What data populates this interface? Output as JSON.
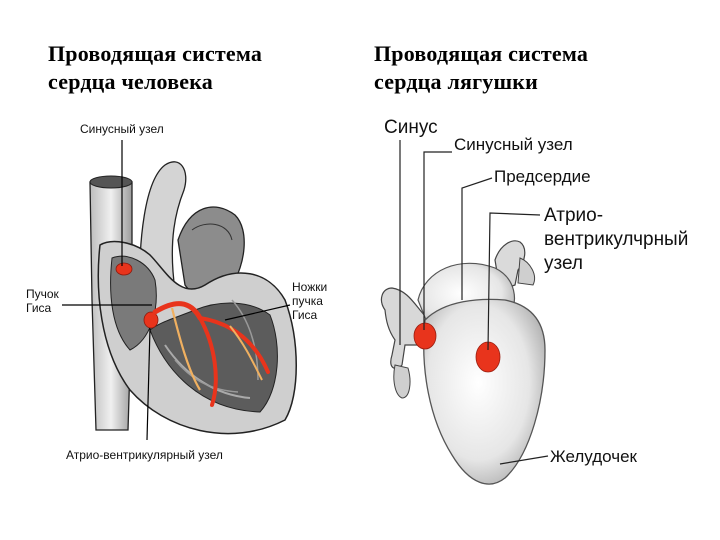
{
  "titles": {
    "left": [
      "Проводящая система",
      "сердца человека"
    ],
    "right": [
      "Проводящая система",
      "сердца лягушки"
    ]
  },
  "human_labels": {
    "sinus_node": "Синусный узел",
    "bundle_his": [
      "Пучок",
      "Гиса"
    ],
    "bundle_legs": [
      "Ножки",
      "пучка",
      "Гиса"
    ],
    "av_node": "Атрио-вентрикулярный узел"
  },
  "frog_labels": {
    "sinus": "Синус",
    "sinus_node": "Синусный узел",
    "atrium": "Предсердие",
    "av_node": [
      "Атрио-",
      "вентрикулчрный",
      "узел"
    ],
    "ventricle": "Желудочек"
  },
  "colors": {
    "conduction": "#e8341c",
    "tissue_light": "#d9d9d9",
    "tissue_dark": "#6e6e6e"
  }
}
